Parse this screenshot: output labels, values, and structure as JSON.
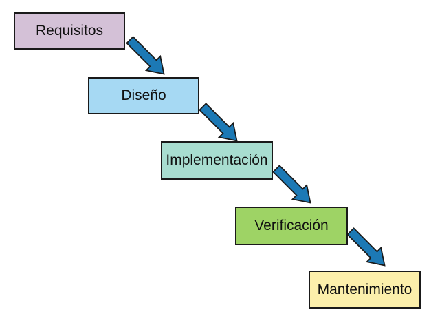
{
  "diagram": {
    "type": "waterfall-process",
    "steps": [
      {
        "label": "Requisitos",
        "fill": "#d4c1d7"
      },
      {
        "label": "Diseño",
        "fill": "#a6d9f3"
      },
      {
        "label": "Implementación",
        "fill": "#a8ddd0"
      },
      {
        "label": "Verificación",
        "fill": "#9ed365"
      },
      {
        "label": "Mantenimiento",
        "fill": "#fcefab"
      }
    ],
    "arrow": {
      "count": 4,
      "direction": "down-right",
      "fill": "#1c79b5",
      "outline": "#1a1a1a"
    },
    "background": "#ffffff",
    "box_border": "#1a1a1a",
    "text_color": "#111111"
  }
}
